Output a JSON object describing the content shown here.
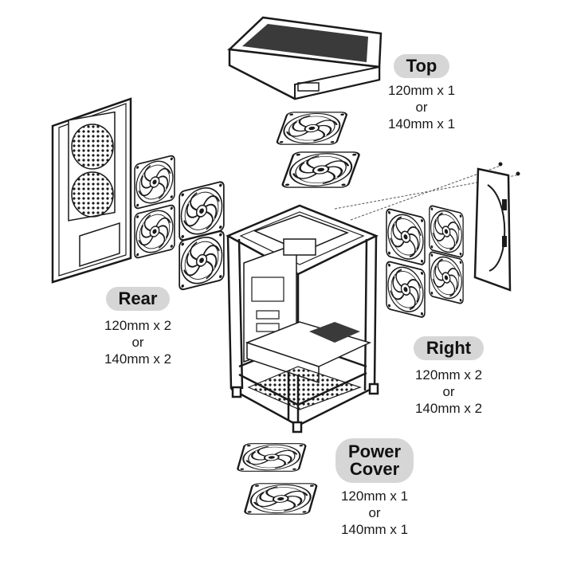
{
  "labels": {
    "top": {
      "title": "Top",
      "spec1": "120mm x 1",
      "or": "or",
      "spec2": "140mm x 1"
    },
    "rear": {
      "title": "Rear",
      "spec1": "120mm x 2",
      "or": "or",
      "spec2": "140mm x 2"
    },
    "right": {
      "title": "Right",
      "spec1": "120mm x 2",
      "or": "or",
      "spec2": "140mm x 2"
    },
    "power": {
      "title_line1": "Power",
      "title_line2": "Cover",
      "spec1": "120mm x 1",
      "or": "or",
      "spec2": "140mm x 1"
    }
  },
  "colors": {
    "badge": "#d6d6d6",
    "line": "#1a1a1a",
    "filter": "#3a3a3a"
  }
}
